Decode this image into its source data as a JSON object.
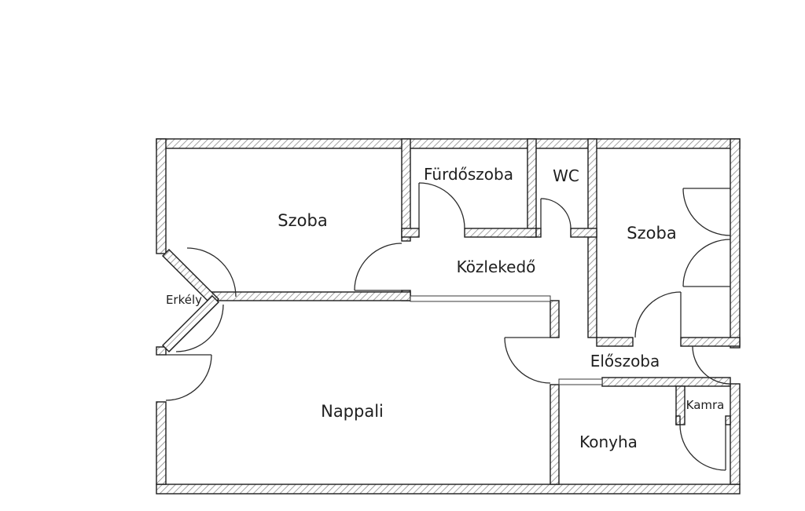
{
  "document": {
    "type": "apartment-floor-plan"
  },
  "colors": {
    "background": "#ffffff",
    "wall_outline": "#1c1c1c",
    "wall_hatch": "#8a8a8a",
    "door_line": "#2b2b2b",
    "label_text": "#1f1f1f"
  },
  "rooms": {
    "bedroom_left": {
      "label": "Szoba"
    },
    "bathroom": {
      "label": "Fürdőszoba"
    },
    "wc": {
      "label": "WC"
    },
    "bedroom_right": {
      "label": "Szoba"
    },
    "corridor": {
      "label": "Közlekedő"
    },
    "balcony": {
      "label": "Erkély"
    },
    "living_room": {
      "label": "Nappali"
    },
    "entry_hall": {
      "label": "Előszoba"
    },
    "pantry": {
      "label": "Kamra"
    },
    "kitchen": {
      "label": "Konyha"
    }
  }
}
